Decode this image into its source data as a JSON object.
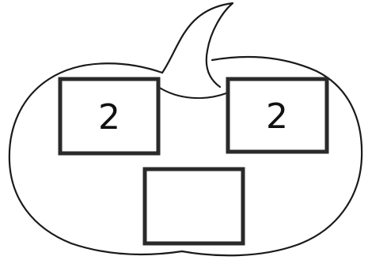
{
  "diagram": {
    "shape": "pumpkin",
    "boxes": {
      "left": {
        "value": "2"
      },
      "right": {
        "value": "2"
      },
      "bottom": {
        "value": ""
      }
    },
    "colors": {
      "outline": "#1a1a1a",
      "box_border": "#2a2a2a",
      "background": "#ffffff"
    }
  }
}
